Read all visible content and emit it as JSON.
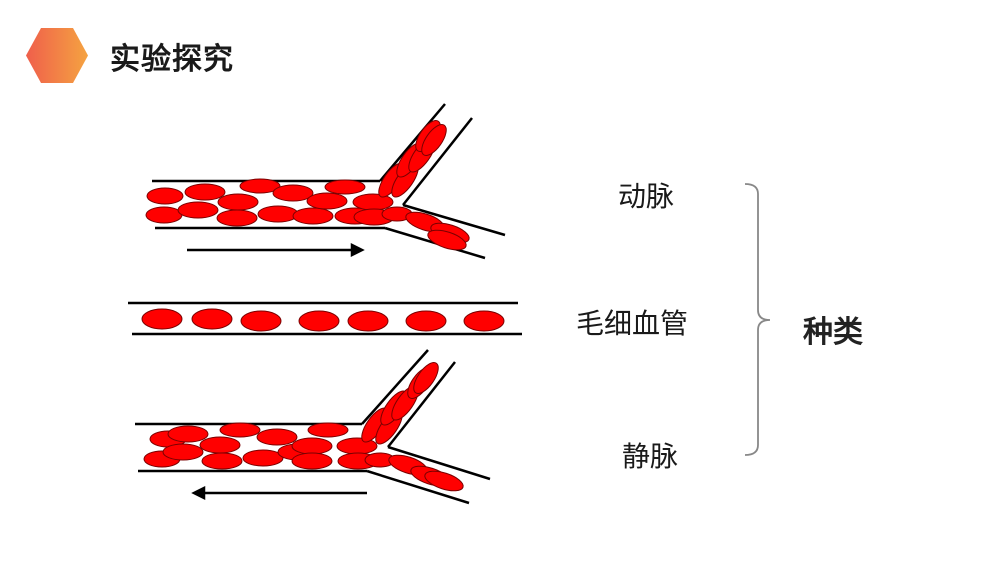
{
  "header": {
    "title": "实验探究",
    "icon": "hexagon-icon",
    "icon_gradient": [
      "#ef5f4b",
      "#f5a341"
    ]
  },
  "diagram": {
    "vessels": [
      {
        "name": "artery",
        "label": "动脉",
        "flow_direction": "right",
        "description": "thick vessel branching into two, crowded red blood cells"
      },
      {
        "name": "capillary",
        "label": "毛细血管",
        "flow_direction": "none",
        "description": "narrow vessel, red blood cells in single file",
        "cell_count": 7
      },
      {
        "name": "vein",
        "label": "静脉",
        "flow_direction": "left",
        "description": "two branches merging into thick vessel, crowded red blood cells"
      }
    ],
    "group_label": "种类",
    "cell_color": "#ff0000",
    "cell_outline": "#7a0000"
  }
}
